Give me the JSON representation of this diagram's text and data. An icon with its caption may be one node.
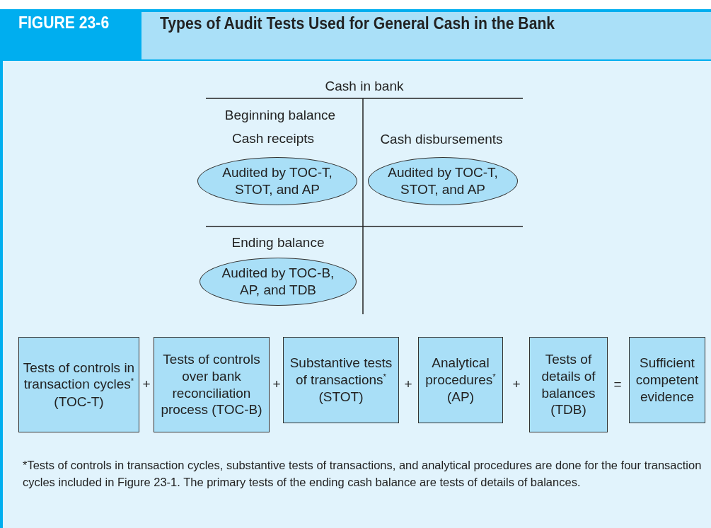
{
  "diagram": {
    "title": "Types of Audit Tests Used for General Cash in the Bank",
    "caption": "*Tests of controls in transaction cycles, substantive tests of transactions, and analytical procedures are done for the four transaction cycles included in Figure 23-1. The primary tests of the ending cash balance are tests of details of balances.",
    "nodes": [
      {
        "text": [
          "Audited by TOC-T, STOT, and AP"
        ]
      },
      {
        "text": [
          "Audited by TOC-T, STOT, and AP"
        ]
      },
      {
        "text": [
          "Audited by TOC-B, AP, and TDB"
        ]
      },
      {
        "text": [
          "Tests of controls in transaction cycles$^{*}$ (TOC-T)"
        ]
      },
      {
        "text": [
          "Tests of controls over bank reconciliation process (TOC-B)"
        ]
      },
      {
        "text": [
          "Substantive tests of transactions$^{*}$ (STOT)"
        ]
      },
      {
        "text": [
          "Analytical procedures$^{*}$ (AP)"
        ]
      },
      {
        "text": [
          "Tests of details of balances (TDB)"
        ]
      },
      {
        "text": [
          "Sufficient competent evidence"
        ]
      }
    ],
    "edges": [],
    "labels": [
      "FIGURE 23-6",
      "Cash in bank",
      "Beginning balance",
      "Cash receipts",
      "Cash disbursements",
      "Ending balance",
      "+",
      "+",
      "+",
      "+",
      "="
    ]
  }
}
